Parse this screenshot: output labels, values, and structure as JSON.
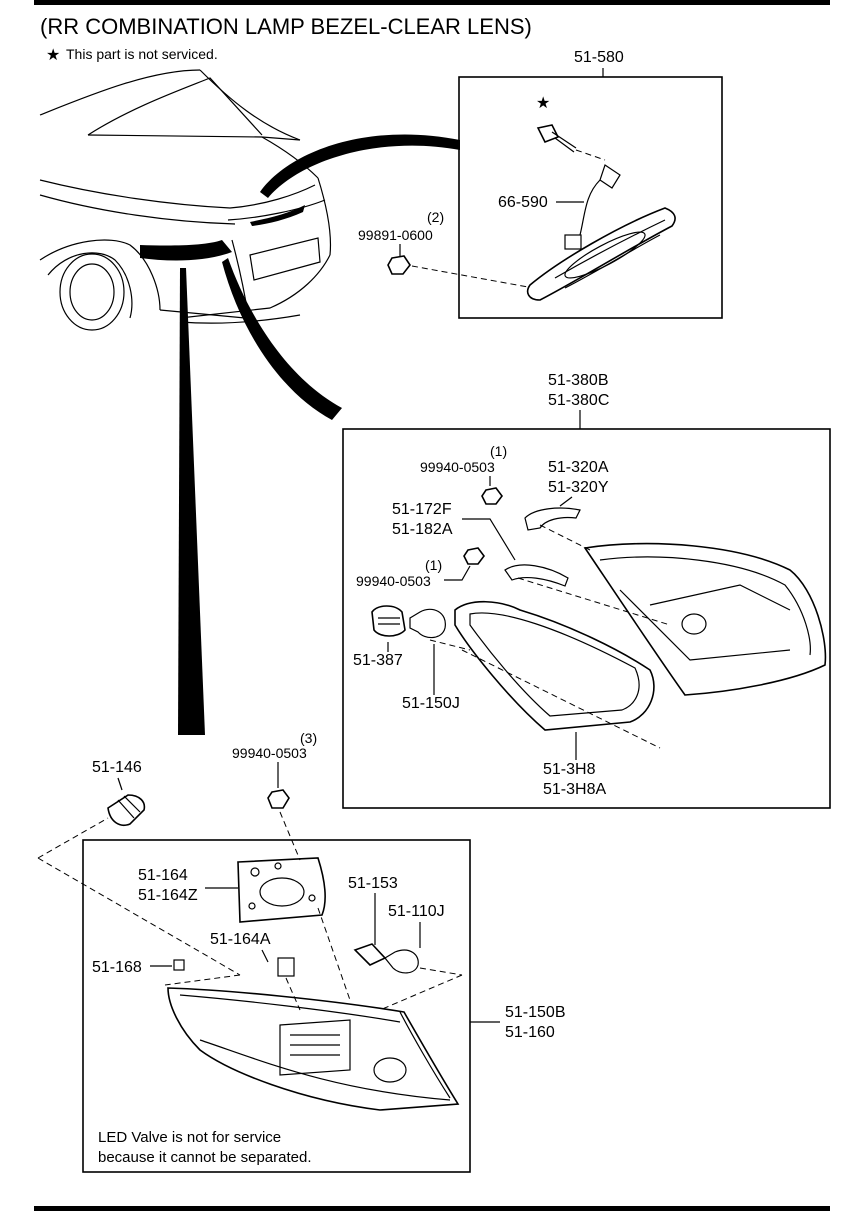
{
  "title": "(RR COMBINATION LAMP BEZEL-CLEAR LENS)",
  "service_note": "This part is not serviced.",
  "star_glyph": "★",
  "parts": {
    "p51_580": "51-580",
    "p66_590": "66-590",
    "p99891_qty": "(2)",
    "p99891": "99891-0600",
    "p51_380b": "51-380B",
    "p51_380c": "51-380C",
    "p99940a_qty": "(1)",
    "p99940a": "99940-0503",
    "p51_320a": "51-320A",
    "p51_320y": "51-320Y",
    "p51_172f": "51-172F",
    "p51_182a": "51-182A",
    "p99940b_qty": "(1)",
    "p99940b": "99940-0503",
    "p51_387": "51-387",
    "p51_150j": "51-150J",
    "p51_3h8": "51-3H8",
    "p51_3h8a": "51-3H8A",
    "p51_146": "51-146",
    "p99940c_qty": "(3)",
    "p99940c": "99940-0503",
    "p51_164": "51-164",
    "p51_164z": "51-164Z",
    "p51_153": "51-153",
    "p51_110j": "51-110J",
    "p51_164a": "51-164A",
    "p51_168": "51-168",
    "p51_150b": "51-150B",
    "p51_160": "51-160"
  },
  "led_note_line1": "LED Valve is not for service",
  "led_note_line2": "because it cannot be separated."
}
